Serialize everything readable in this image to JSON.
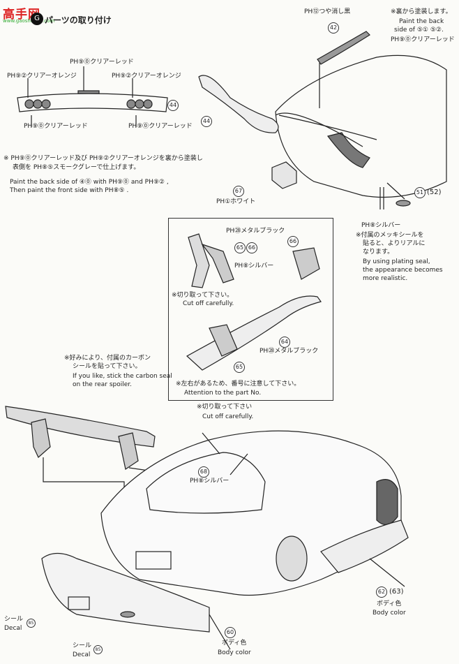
{
  "logo": {
    "mark": "高手网",
    "sub": "www.gaoshouya.com",
    "disc": "G"
  },
  "section_title": "パーツの取り付け",
  "labels": {
    "ph12_matt": "PH⑫つや消し黒",
    "paint_back_jp": "※裏から塗装します。",
    "paint_back_en1": "Paint the back",
    "paint_back_en2": "side of ⑤① ⑤②.",
    "ph90_clear_red_right": "PH⑨⓪クリアーレッド",
    "ph90_clear_red_top": "PH⑨⓪クリアーレッド",
    "ph92_orange_left": "PH⑨②クリアーオレンジ",
    "ph92_orange_right": "PH⑨②クリアーオレンジ",
    "ph90_red_bottom_left": "PH⑨⓪クリアーレッド",
    "ph90_red_bottom_right": "PH⑨⓪クリアーレッド",
    "note_jp1": "※ PH⑨⓪クリアーレッド及び PH⑨②クリアーオレンジを裏から塗装し",
    "note_jp2": "表側を PH⑧⑤スモークグレーで仕上げます。",
    "note_en1": "Paint the back side of ④⓪ with PH⑨⓪ and PH⑨② ,",
    "note_en2": "Then paint the front side with PH⑧⑤ .",
    "ph1_white": "PH①ホワイト",
    "ph8_silver_right": "PH⑧シルバー",
    "plating_jp1": "※付属のメッキシールを",
    "plating_jp2": "貼ると、よりリアルに",
    "plating_jp3": "なります。",
    "plating_en1": "By using plating seal,",
    "plating_en2": "the appearance becomes",
    "plating_en3": "more realistic.",
    "ph28_metal_black_top": "PH㉘メタルブラック",
    "ph8_silver_box": "PH⑧シルバー",
    "cut_jp_box": "※切り取って下さい。",
    "cut_en_box": "Cut off carefully.",
    "ph28_metal_black_bottom": "PH㉘メタルブラック",
    "lr_jp": "※左右があるため、番号に注意して下さい。",
    "lr_en": "Attention to the part No.",
    "carbon_jp1": "※好みにより、付属のカーボン",
    "carbon_jp2": "シールを貼って下さい。",
    "carbon_en1": "If you like, stick the carbon seal",
    "carbon_en2": "on the rear spoiler.",
    "cut_jp_car": "※切り取って下さい",
    "cut_en_car": "Cut off carefully.",
    "ph8_silver_car": "PH⑧シルバー",
    "body_color_jp_right": "ボディ色",
    "body_color_en_right": "Body color",
    "body_color_jp_bottom": "ボディ色",
    "body_color_en_bottom": "Body color",
    "decal_jp_1": "シール",
    "decal_en_1": "Decal",
    "decal_jp_2": "シール",
    "decal_en_2": "Decal"
  },
  "parts": {
    "p42": "42",
    "p44a": "44",
    "p44b": "44",
    "p67": "67",
    "p51": "51",
    "p52": "(52)",
    "p65a": "65",
    "p66a": "66",
    "p66b": "66",
    "p64": "64",
    "p65b": "65",
    "p68": "68",
    "p62": "62",
    "p63": "(63)",
    "p60": "60",
    "p85a": "85",
    "p85b": "85"
  }
}
